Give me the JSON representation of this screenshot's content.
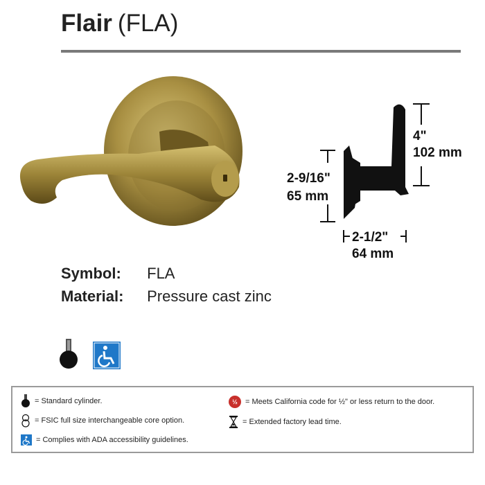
{
  "header": {
    "name": "Flair",
    "code": "(FLA)"
  },
  "dimensions": {
    "height_in": "4\"",
    "height_mm": "102 mm",
    "rose_in": "2-9/16\"",
    "rose_mm": "65 mm",
    "projection_in": "2-1/2\"",
    "projection_mm": "64 mm"
  },
  "specs": [
    {
      "label": "Symbol:",
      "value": "FLA"
    },
    {
      "label": "Material:",
      "value": "Pressure cast zinc"
    }
  ],
  "legend": {
    "standard_cylinder": "= Standard cylinder.",
    "fsic": "= FSIC full size interchangeable core option.",
    "ada": "= Complies with ADA accessibility guidelines.",
    "california": "= Meets California code for ½\" or less return to the door.",
    "california_badge": "½",
    "lead_time": "= Extended factory lead time."
  },
  "colors": {
    "rule": "#7a7a7a",
    "ada_blue": "#1f78c8",
    "brass": "#9c8438",
    "california_red": "#c8302c",
    "border": "#9a9a9a"
  }
}
